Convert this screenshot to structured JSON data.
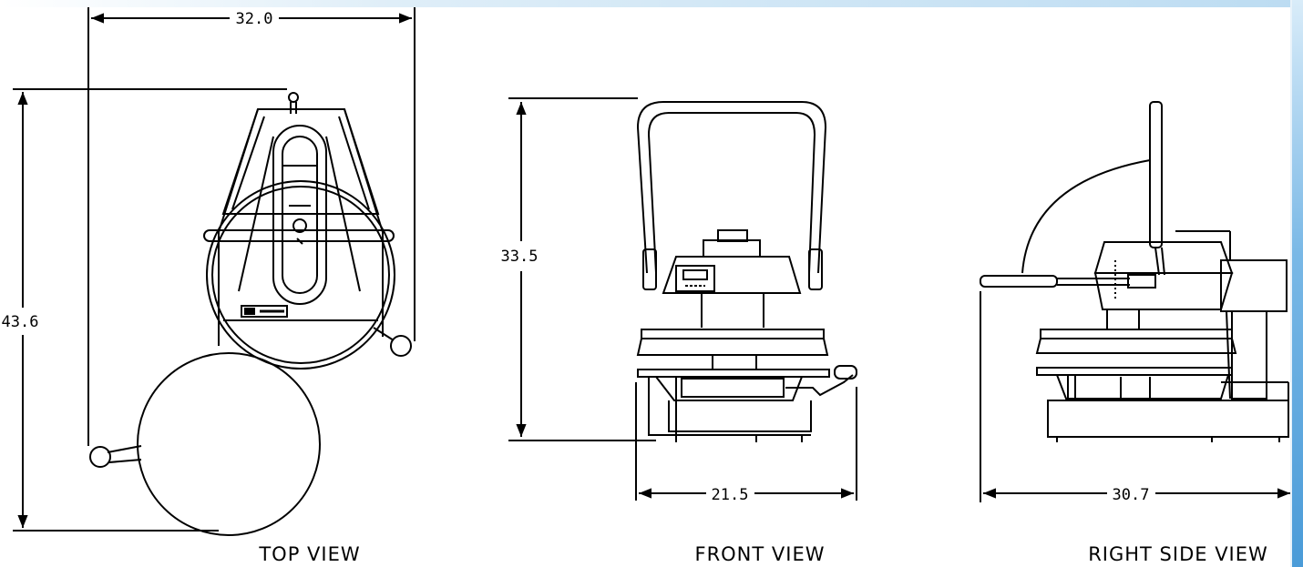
{
  "dimensions": {
    "top_view_width": "32.0",
    "top_view_depth": "43.6",
    "front_view_height": "33.5",
    "front_view_width": "21.5",
    "side_view_depth": "30.7"
  },
  "views": {
    "top": "TOP  VIEW",
    "front": "FRONT  VIEW",
    "side": "RIGHT  SIDE  VIEW"
  }
}
